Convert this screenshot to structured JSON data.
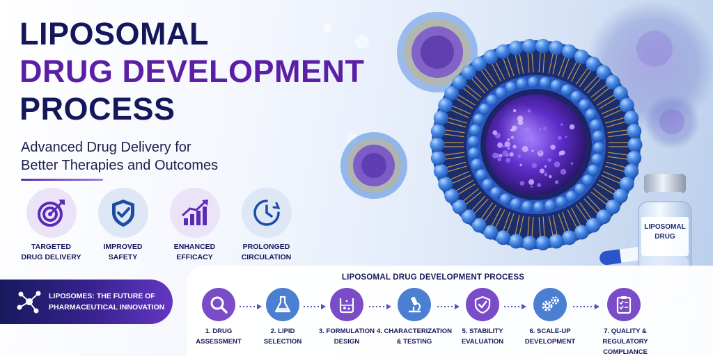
{
  "title": {
    "line1": "LIPOSOMAL",
    "line2": "DRUG DEVELOPMENT",
    "line3": "PROCESS"
  },
  "subtitle": {
    "line1": "Advanced Drug Delivery for",
    "line2": "Better Therapies and Outcomes"
  },
  "features": [
    {
      "icon": "target-icon",
      "line1": "TARGETED",
      "line2": "DRUG DELIVERY"
    },
    {
      "icon": "shield-check-icon",
      "line1": "IMPROVED",
      "line2": "SAFETY"
    },
    {
      "icon": "growth-chart-icon",
      "line1": "ENHANCED",
      "line2": "EFFICACY"
    },
    {
      "icon": "clock-icon",
      "line1": "PROLONGED",
      "line2": "CIRCULATION"
    }
  ],
  "banner": {
    "icon": "molecule-network-icon",
    "line1": "LIPOSOMES: THE FUTURE OF",
    "line2": "PHARMACEUTICAL INNOVATION"
  },
  "vial": {
    "line1": "LIPOSOMAL",
    "line2": "DRUG"
  },
  "process": {
    "title": "LIPOSOMAL DRUG DEVELOPMENT PROCESS",
    "steps": [
      {
        "icon": "magnifier-icon",
        "line1": "1. DRUG",
        "line2": "ASSESSMENT"
      },
      {
        "icon": "flask-icon",
        "line1": "2. LIPID",
        "line2": "SELECTION"
      },
      {
        "icon": "beaker-icon",
        "line1": "3. FORMULATION",
        "line2": "DESIGN"
      },
      {
        "icon": "microscope-icon",
        "line1": "4. CHARACTERIZATION",
        "line2": "& TESTING"
      },
      {
        "icon": "shield-check-icon",
        "line1": "5. STABILITY",
        "line2": "EVALUATION"
      },
      {
        "icon": "gears-icon",
        "line1": "6. SCALE-UP",
        "line2": "DEVELOPMENT"
      },
      {
        "icon": "clipboard-checklist-icon",
        "line1": "7. QUALITY &",
        "line2": "REGULATORY COMPLIANCE"
      }
    ]
  },
  "colors": {
    "navy": "#14185a",
    "purple": "#5b1fa6",
    "blue_lipid": "#3f7fe0",
    "tail_gold": "#d4a44c"
  }
}
